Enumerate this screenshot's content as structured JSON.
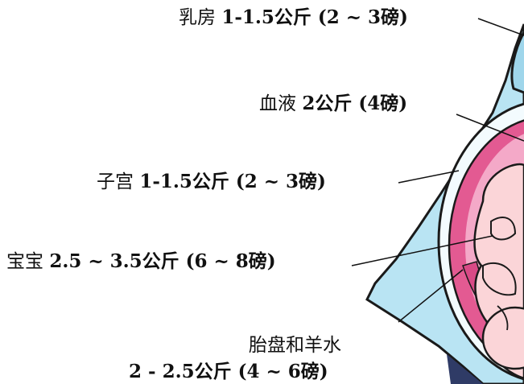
{
  "labels": {
    "breasts": {
      "name": "乳房",
      "amount": "1-1.5公斤 (2 ~ 3磅)"
    },
    "blood": {
      "name": "血液",
      "amount": "2公斤 (4磅)"
    },
    "uterus": {
      "name": "子宫",
      "amount": "1-1.5公斤 (2 ~ 3磅)"
    },
    "baby": {
      "name": "宝宝",
      "amount": "2.5 ~ 3.5公斤 (6 ~ 8磅)"
    },
    "placenta": {
      "name": "胎盘和羊水",
      "amount": "2 - 2.5公斤 (4 ~ 6磅)"
    }
  },
  "colors": {
    "sky_blue": "#b9e4f3",
    "outline": "#1a1a1a",
    "uterus_pink": "#e35a92",
    "fluid_pink": "#f4a9c8",
    "baby_skin": "#fbd5d8",
    "dress_dark": "#2f3b66"
  }
}
